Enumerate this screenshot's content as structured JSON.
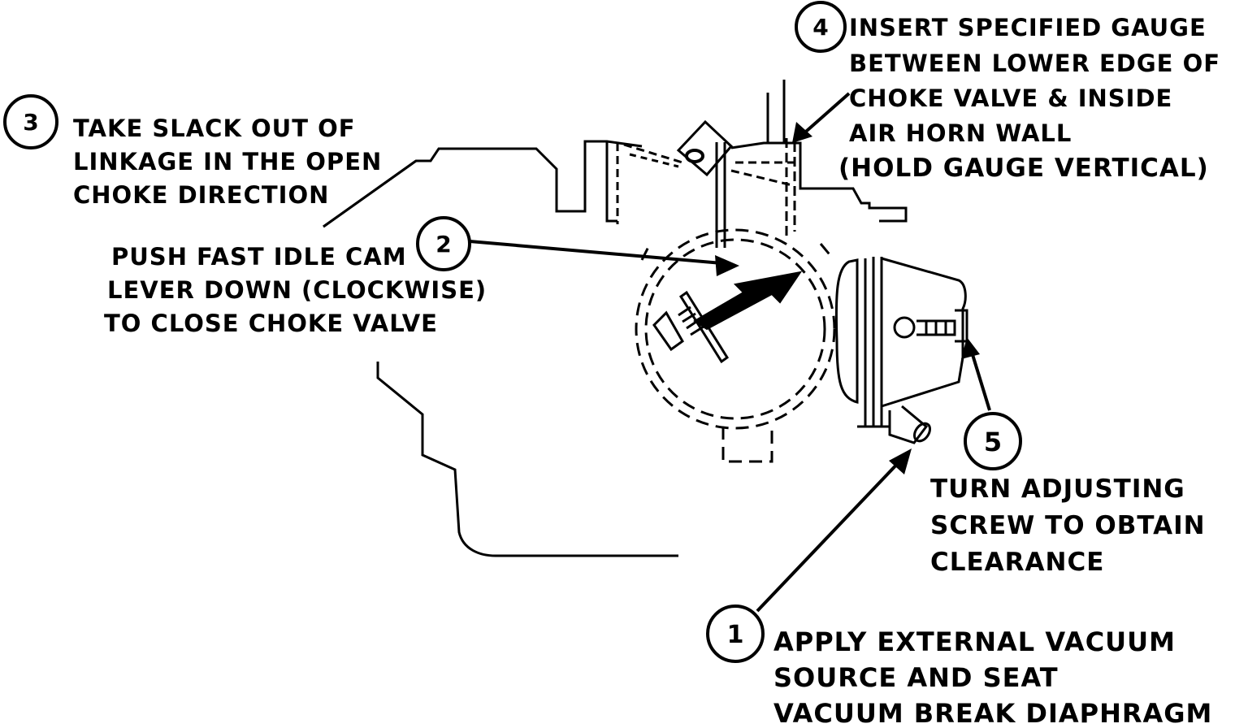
{
  "steps": [
    {
      "number": "1",
      "lines": [
        "APPLY EXTERNAL VACUUM",
        "SOURCE AND SEAT",
        "VACUUM BREAK DIAPHRAGM"
      ]
    },
    {
      "number": "2",
      "lines": [
        "PUSH FAST IDLE CAM",
        "LEVER DOWN (CLOCKWISE)",
        "TO CLOSE CHOKE VALVE"
      ]
    },
    {
      "number": "3",
      "lines": [
        "TAKE SLACK OUT OF",
        "LINKAGE IN THE OPEN",
        "CHOKE DIRECTION"
      ]
    },
    {
      "number": "4",
      "lines": [
        "INSERT SPECIFIED GAUGE",
        "BETWEEN LOWER EDGE OF",
        "CHOKE VALVE & INSIDE",
        "AIR HORN WALL",
        "(HOLD GAUGE VERTICAL)"
      ]
    },
    {
      "number": "5",
      "lines": [
        "TURN ADJUSTING",
        "SCREW TO OBTAIN",
        "CLEARANCE"
      ]
    }
  ],
  "colors": {
    "ink": "#000000",
    "paper": "#ffffff"
  }
}
